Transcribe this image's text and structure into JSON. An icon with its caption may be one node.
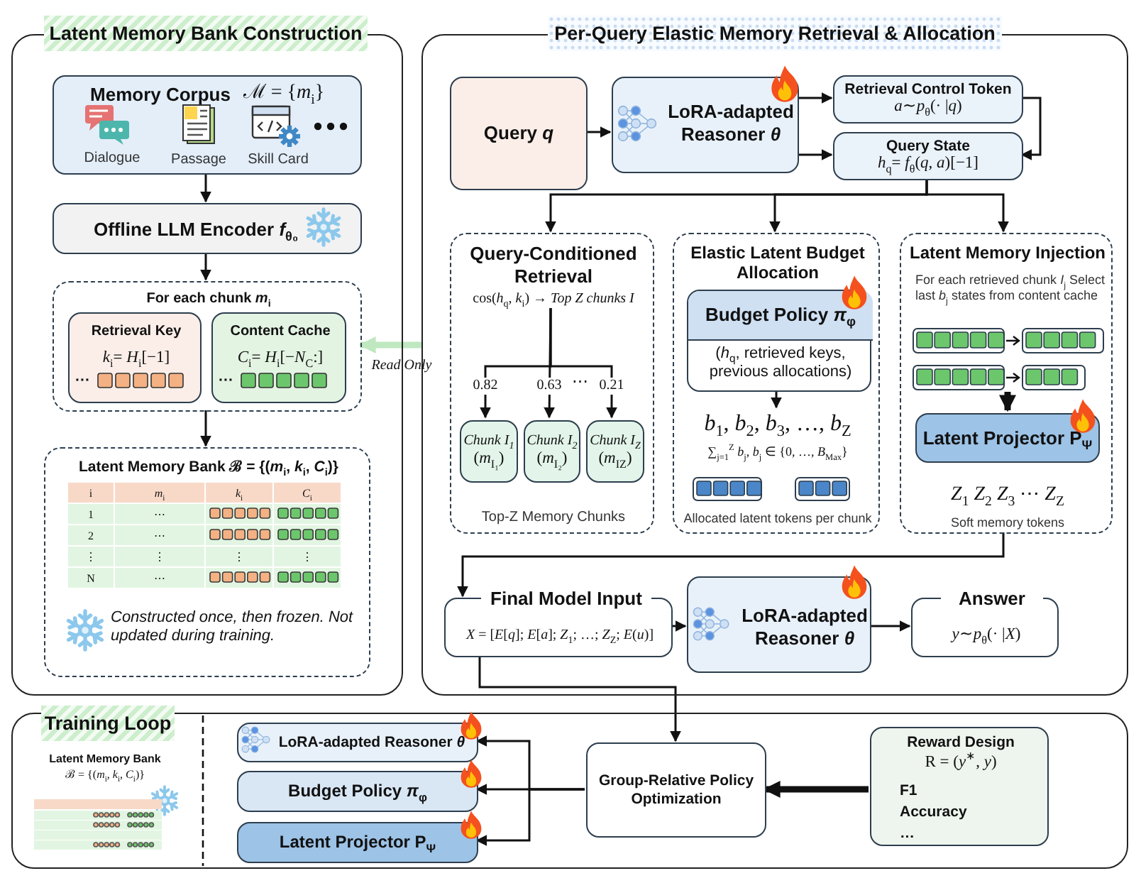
{
  "diagram": {
    "nodes": [
      {
        "text": [
          "Latent Memory Bank Construction"
        ]
      },
      {
        "text": [
          "Memory Corpus",
          "ℳ = {*m*$_{i}$}",
          "Dialogue",
          "Passage",
          "Skill Card"
        ],
        "in": 0
      },
      {
        "text": [
          "Offline LLM Encoder *f*$_{θ₀}$"
        ],
        "in": 0
      },
      {
        "text": [
          "For each chunk *m*$_{i}$"
        ],
        "in": 0
      },
      {
        "text": [
          "Retrieval Key",
          "*k*$_{i}$= *H*$_{i}$[−1]",
          "···"
        ],
        "in": 3
      },
      {
        "text": [
          "Content Cache",
          "*C*$_{i}$= *H*$_{i}$[−*N*$_{C}$:]",
          "···"
        ],
        "in": 3
      },
      {
        "text": [
          "Latent Memory Bank ℬ = {(*m*$_{i}$, *k*$_{i}$, *C*$_{i}$)}",
          "Constructed once, then frozen. Not updated during training."
        ],
        "in": 0
      },
      {
        "text": [
          "Per-Query Elastic Memory Retrieval & Allocation"
        ]
      },
      {
        "text": [
          "Query *q*"
        ],
        "in": 7
      },
      {
        "text": [
          "LoRA-adapted Reasoner *θ*"
        ],
        "in": 7
      },
      {
        "text": [
          "Retrieval Control Token",
          "*a*∼*p*$_{θ}$(· |*q*)"
        ],
        "in": 7
      },
      {
        "text": [
          "Query State",
          "*h*$_{q}$= *f*$_{θ}$(*q*, *a*)[−1]"
        ],
        "in": 7
      },
      {
        "text": [
          "Query-Conditioned Retrieval",
          "cos(*h*$_{q}$, *k*$_{i}$) → *Top Z chunks I*",
          "Top-Z Memory Chunks"
        ],
        "in": 7
      },
      {
        "text": [
          "Chunk I$_{1}$",
          "(*m*$_{I₁}$)"
        ],
        "in": 12
      },
      {
        "text": [
          "Chunk I$_{2}$",
          "(*m*$_{I₂}$)"
        ],
        "in": 12
      },
      {
        "text": [
          "Chunk I$_{Z}$",
          "(*m*$_{IZ}$)"
        ],
        "in": 12
      },
      {
        "text": [
          "Elastic Latent Budget Allocation",
          "Allocated latent tokens per chunk"
        ],
        "in": 7
      },
      {
        "text": [
          "Budget Policy *π*$_{φ}$",
          "(*h*$_{q}$, retrieved keys, previous allocations)"
        ],
        "in": 16
      },
      {
        "text": [
          "*b*$_{1}$, *b*$_{2}$, *b*$_{3}$, …, *b*$_{Z}$",
          "∑$_{j=1}$$^{Z}$ *b*$_{j}$, *b*$_{j}$ ∈ {0, …, *B*$_{Max}$}"
        ],
        "in": 16
      },
      {
        "text": [
          "Latent Memory Injection",
          "For each retrieved chunk *I*$_{j}$ Select last *b*$_{j}$ states from content cache",
          "*Z*$_{1}$  *Z*$_{2}$  *Z*$_{3}$  ⋯  *Z*$_{Z}$",
          "Soft memory tokens"
        ],
        "in": 7
      },
      {
        "text": [
          "Latent Projector P$_{Ψ}$"
        ],
        "in": 19
      },
      {
        "text": [
          "Final Model Input",
          "*X* = [*E*[*q*]; *E*[*a*]; *Z*$_{1}$; …; *Z*$_{Z}$; *E*(*u*)]"
        ],
        "in": 7
      },
      {
        "text": [
          "LoRA-adapted Reasoner *θ*"
        ],
        "in": 7
      },
      {
        "text": [
          "Answer",
          "*y*∼*p*$_{θ}$(· |*X*)"
        ],
        "in": 7
      },
      {
        "text": [
          "Training Loop"
        ]
      },
      {
        "text": [
          "LoRA-adapted Reasoner *θ*"
        ],
        "in": 24
      },
      {
        "text": [
          "Budget Policy *π*$_{φ}$"
        ],
        "in": 24
      },
      {
        "text": [
          "Latent Projector P$_{Ψ}$"
        ],
        "in": 24
      },
      {
        "text": [
          "Group-Relative Policy Optimization"
        ],
        "in": 24
      },
      {
        "text": [
          "Reward Design",
          "R = (*y*$^{∗}$, *y*)",
          "F1",
          "Accuracy",
          "…"
        ],
        "in": 24
      }
    ],
    "edges": [
      {
        "from": 1,
        "to": 2,
        "arrow": "to"
      },
      {
        "from": 2,
        "to": 3,
        "arrow": "to"
      },
      {
        "from": 3,
        "to": 6,
        "arrow": "to"
      },
      {
        "from": 7,
        "to": 3,
        "arrow": "to",
        "label": "Read Only",
        "style": "thick",
        "color": "#bfe8c0"
      },
      {
        "from": 8,
        "to": 9,
        "arrow": "to"
      },
      {
        "from": 9,
        "to": 10,
        "arrow": "to"
      },
      {
        "from": 9,
        "to": 11,
        "arrow": "to"
      },
      {
        "from": 10,
        "to": 11,
        "arrow": "to"
      },
      {
        "from": 11,
        "to": 12,
        "arrow": "to"
      },
      {
        "from": 11,
        "to": 16,
        "arrow": "to"
      },
      {
        "from": 11,
        "to": 19,
        "arrow": "to"
      },
      {
        "from": null,
        "to": 13,
        "arrow": "to",
        "label": "0.82"
      },
      {
        "from": null,
        "to": 14,
        "arrow": "to",
        "label": "0.63"
      },
      {
        "from": null,
        "to": 15,
        "arrow": "to",
        "label": "0.21"
      },
      {
        "from": 17,
        "to": 18,
        "arrow": "to"
      },
      {
        "from": null,
        "to": 20,
        "arrow": "to",
        "style": "thick"
      },
      {
        "from": 19,
        "to": 21,
        "arrow": "to"
      },
      {
        "from": 21,
        "to": 22,
        "arrow": "to"
      },
      {
        "from": 22,
        "to": 23,
        "arrow": "to"
      },
      {
        "from": 21,
        "to": 28,
        "arrow": "to"
      },
      {
        "from": 28,
        "to": 25,
        "arrow": "to"
      },
      {
        "from": 28,
        "to": 26,
        "arrow": "to"
      },
      {
        "from": 28,
        "to": 27,
        "arrow": "to"
      },
      {
        "from": 29,
        "to": 28,
        "arrow": "to",
        "style": "thick"
      }
    ],
    "labels": [
      "i",
      "*m*$_{i}$",
      "*k*$_{i}$",
      "*C*$_{i}$",
      "1",
      "⋯",
      "2",
      "⋯",
      "⋮",
      "⋮",
      "⋮",
      "⋮",
      "N",
      "⋯",
      "⋯",
      "Latent Memory Bank",
      "ℬ = {(*m*$_{i}$, *k*$_{i}$, *C*$_{i}$)}"
    ]
  }
}
